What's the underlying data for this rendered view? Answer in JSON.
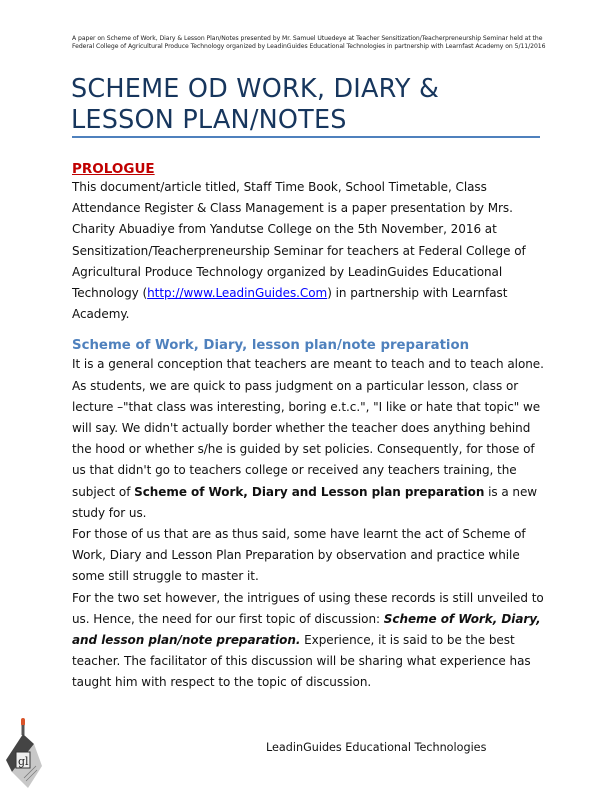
{
  "header_note": "A paper on Scheme of Work, Diary & Lesson Plan/Notes presented  by Mr. Samuel Utuedeye at Teacher Sensitization/Teacherpreneurship Seminar held at the Federal College of Agricultural Produce Technology organized by LeadinGuides Educational Technologies in partnership with Learnfast Academy on 5/11/2016",
  "title": {
    "line1": "SCHEME OD WORK, DIARY &",
    "line2": "LESSON PLAN/NOTES"
  },
  "prologue": {
    "heading": "PROLOGUE",
    "text_before_link": "This document/article titled, Staff Time Book, School Timetable, Class Attendance Register & Class Management is a paper presentation by Mrs. Charity Abuadiye from Yandutse College on the 5th November, 2016 at Sensitization/Teacherpreneurship Seminar for teachers at Federal College of Agricultural Produce Technology organized by LeadinGuides Educational Technology (",
    "link": "http://www.LeadinGuides.Com",
    "text_after_link": ") in partnership with Learnfast Academy."
  },
  "section": {
    "heading": "Scheme of Work, Diary, lesson plan/note preparation",
    "para1_text": "It is a general conception that teachers are meant to teach and to teach alone. As students, we are quick to pass judgment on a particular lesson, class or lecture –\"that class was interesting, boring e.t.c.\", \"I like or hate that topic\" we will say. We didn't actually border whether the teacher does anything behind the hood or whether s/he is guided by set policies. Consequently, for those of us that didn't go to teachers college or received any teachers training, the subject of ",
    "para1_bold": "Scheme of Work, Diary and Lesson plan preparation",
    "para1_end": " is a new study for us.",
    "para2": "For those of us that are as thus said, some have learnt the act of Scheme of Work, Diary and Lesson Plan Preparation by observation and practice while some still struggle to master it.",
    "para3_text": "For the two set however, the intrigues of using these records is still unveiled to us. Hence, the need for our first topic of discussion: ",
    "para3_bold_italic": "Scheme of Work, Diary, and lesson plan/note preparation.",
    "para3_end": " Experience, it is said to be the best teacher. The facilitator of this discussion will be sharing what experience has taught him with respect to the topic of discussion."
  },
  "footer": {
    "text": "LeadinGuides Educational Technologies",
    "logo_icon": "leadinguides-logo-icon"
  },
  "colors": {
    "title": "#17365d",
    "rule": "#4f81bd",
    "prologue_heading": "#c00000",
    "section_heading": "#4f81bd",
    "link": "#0000ff"
  }
}
